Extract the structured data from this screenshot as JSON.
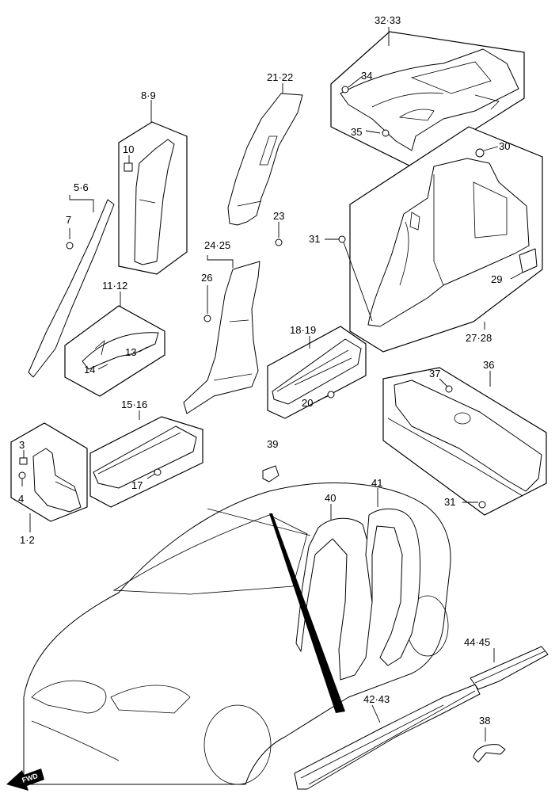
{
  "callouts": {
    "c32_33": "32·33",
    "c34": "34",
    "c35": "35",
    "c30": "30",
    "c21_22": "21·22",
    "c23": "23",
    "c8_9": "8·9",
    "c10": "10",
    "c5_6": "5·6",
    "c7": "7",
    "c31a": "31",
    "c29": "29",
    "c27_28": "27·28",
    "c24_25": "24·25",
    "c26": "26",
    "c11_12": "11·12",
    "c13": "13",
    "c14": "14",
    "c18_19": "18·19",
    "c20": "20",
    "c36": "36",
    "c37": "37",
    "c15_16": "15·16",
    "c17": "17",
    "c3": "3",
    "c4": "4",
    "c1_2": "1·2",
    "c39": "39",
    "c41": "41",
    "c40": "40",
    "c31b": "31",
    "c44_45": "44·45",
    "c42_43": "42·43",
    "c38": "38"
  },
  "fwd_label": "FWD",
  "colors": {
    "line": "#000000",
    "background": "#ffffff"
  }
}
